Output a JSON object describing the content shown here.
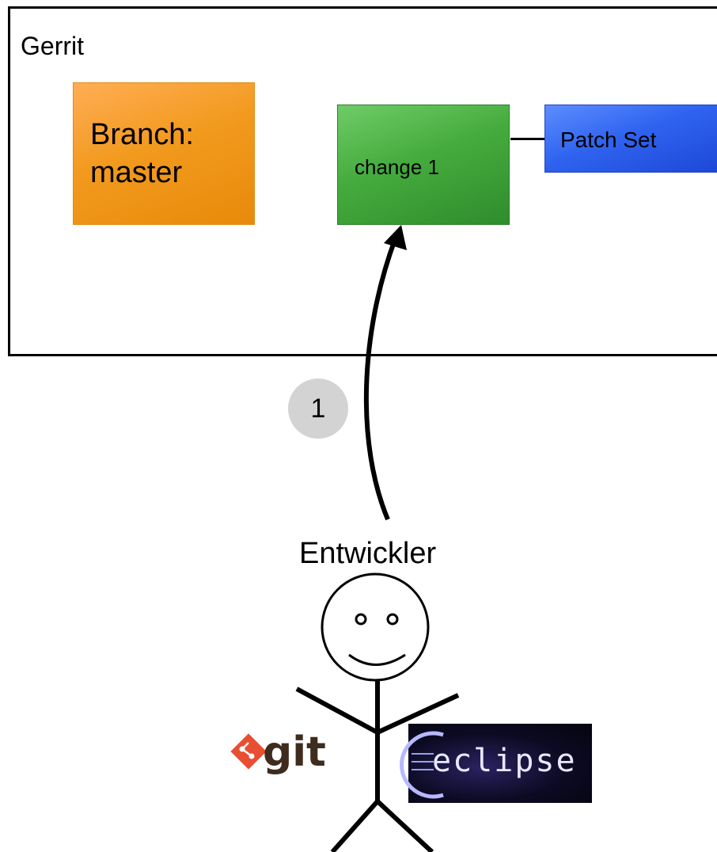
{
  "gerrit": {
    "title": "Gerrit"
  },
  "branch": {
    "label": "Branch:\nmaster"
  },
  "change": {
    "label": "change 1"
  },
  "patch_set": {
    "label": "Patch Set"
  },
  "step": {
    "number": "1"
  },
  "developer": {
    "label": "Entwickler"
  },
  "logos": {
    "git": "git",
    "eclipse": "eclipse"
  },
  "colors": {
    "branch": "#f29a1e",
    "change": "#45ab3e",
    "patch_set": "#2f63ef",
    "badge": "#d3d3d3"
  }
}
